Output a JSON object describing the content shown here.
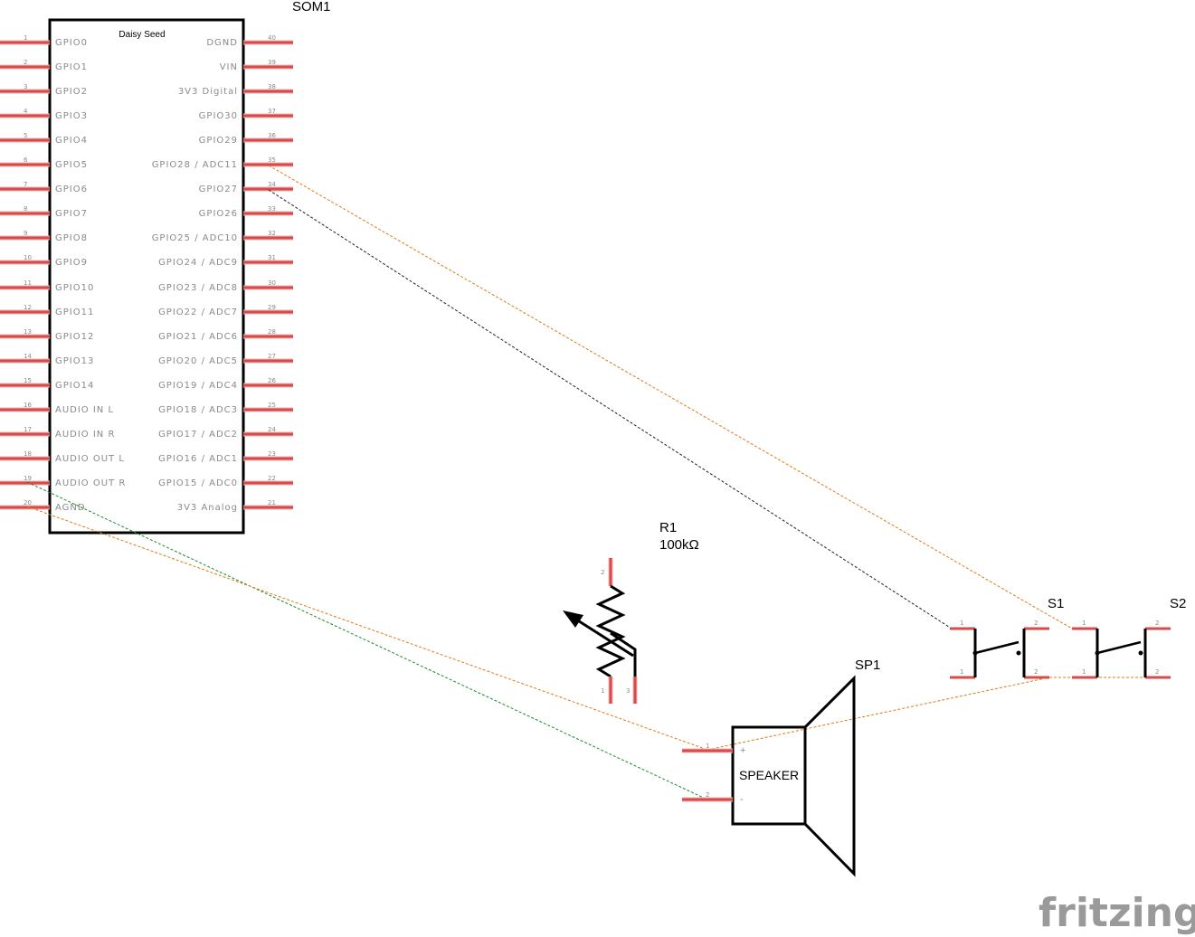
{
  "som1": {
    "ref": "SOM1",
    "name": "Daisy Seed",
    "left_pins": [
      {
        "num": "1",
        "label": "GPIO0"
      },
      {
        "num": "2",
        "label": "GPIO1"
      },
      {
        "num": "3",
        "label": "GPIO2"
      },
      {
        "num": "4",
        "label": "GPIO3"
      },
      {
        "num": "5",
        "label": "GPIO4"
      },
      {
        "num": "6",
        "label": "GPIO5"
      },
      {
        "num": "7",
        "label": "GPIO6"
      },
      {
        "num": "8",
        "label": "GPIO7"
      },
      {
        "num": "9",
        "label": "GPIO8"
      },
      {
        "num": "10",
        "label": "GPIO9"
      },
      {
        "num": "11",
        "label": "GPIO10"
      },
      {
        "num": "12",
        "label": "GPIO11"
      },
      {
        "num": "13",
        "label": "GPIO12"
      },
      {
        "num": "14",
        "label": "GPIO13"
      },
      {
        "num": "15",
        "label": "GPIO14"
      },
      {
        "num": "16",
        "label": "AUDIO IN L"
      },
      {
        "num": "17",
        "label": "AUDIO IN R"
      },
      {
        "num": "18",
        "label": "AUDIO OUT L"
      },
      {
        "num": "19",
        "label": "AUDIO OUT R"
      },
      {
        "num": "20",
        "label": "AGND"
      }
    ],
    "right_pins": [
      {
        "num": "40",
        "label": "DGND"
      },
      {
        "num": "39",
        "label": "VIN"
      },
      {
        "num": "38",
        "label": "3V3 Digital"
      },
      {
        "num": "37",
        "label": "GPIO30"
      },
      {
        "num": "36",
        "label": "GPIO29"
      },
      {
        "num": "35",
        "label": "GPIO28 / ADC11"
      },
      {
        "num": "34",
        "label": "GPIO27"
      },
      {
        "num": "33",
        "label": "GPIO26"
      },
      {
        "num": "32",
        "label": "GPIO25 / ADC10"
      },
      {
        "num": "31",
        "label": "GPIO24 / ADC9"
      },
      {
        "num": "30",
        "label": "GPIO23 / ADC8"
      },
      {
        "num": "29",
        "label": "GPIO22 / ADC7"
      },
      {
        "num": "28",
        "label": "GPIO21 / ADC6"
      },
      {
        "num": "27",
        "label": "GPIO20 / ADC5"
      },
      {
        "num": "26",
        "label": "GPIO19 / ADC4"
      },
      {
        "num": "25",
        "label": "GPIO18 / ADC3"
      },
      {
        "num": "24",
        "label": "GPIO17 / ADC2"
      },
      {
        "num": "23",
        "label": "GPIO16 / ADC1"
      },
      {
        "num": "22",
        "label": "GPIO15 / ADC0"
      },
      {
        "num": "21",
        "label": "3V3 Analog"
      }
    ]
  },
  "r1": {
    "ref": "R1",
    "value": "100kΩ",
    "pin_wiper": "2",
    "pin_a": "1",
    "pin_b": "3"
  },
  "sp1": {
    "ref": "SP1",
    "name": "SPEAKER",
    "pin1": "1",
    "pin2": "2",
    "plus": "+",
    "minus": "-"
  },
  "s1": {
    "ref": "S1",
    "pins": [
      "1",
      "2",
      "1",
      "2"
    ]
  },
  "s2": {
    "ref": "S2",
    "pins": [
      "1",
      "2",
      "1",
      "2"
    ]
  },
  "colors": {
    "pin": "#d94a4a",
    "wire_orange": "#e07a10",
    "wire_black": "#222222",
    "wire_green": "#1a8a2a",
    "logo": "#9a9a9a"
  },
  "logo": "fritzing"
}
